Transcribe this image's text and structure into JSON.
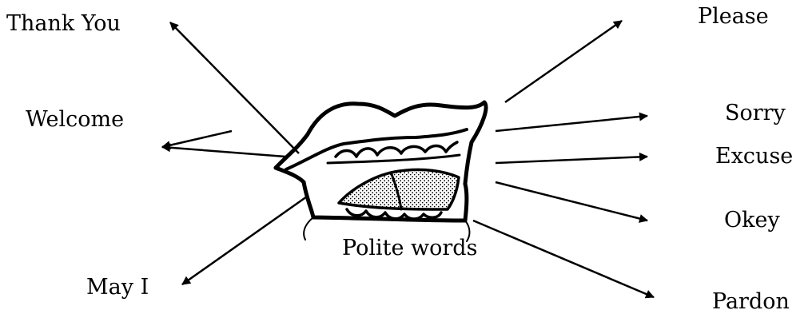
{
  "center_label": "Polite words",
  "words": {
    "thank_you": "Thank You",
    "please": "Please",
    "welcome": "Welcome",
    "sorry": "Sorry",
    "excuse": "Excuse",
    "okey": "Okey",
    "may_i": "May I",
    "pardon": "Pardon"
  },
  "colors": {
    "ink": "#000000",
    "background": "#ffffff"
  }
}
